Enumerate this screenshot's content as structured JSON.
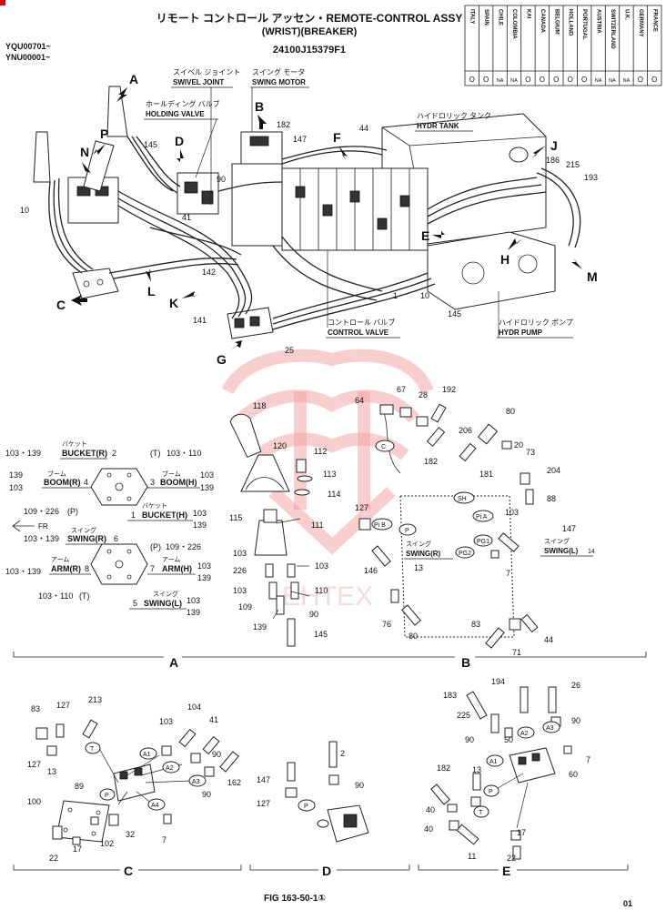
{
  "header": {
    "title_jp": "リモート コントロール アッセン・REMOTE-CONTROL ASSY",
    "subtitle": "(WRIST)(BREAKER)",
    "serial_1": "YQU00701~",
    "serial_2": "YNU00001~",
    "part_number": "24100J15379F1"
  },
  "country_table": {
    "countries": [
      "ITALY",
      "SPAIN",
      "CHILE",
      "COLOMBIA",
      "KAI",
      "CANADA",
      "BELGIUM",
      "HOLLAND",
      "PORTUGAL",
      "AUSTRIA",
      "SWITZER LAND",
      "U.K.",
      "GERMANY",
      "FRANCE"
    ],
    "marks": [
      "O",
      "O",
      "NA",
      "NA",
      "O",
      "O",
      "O",
      "O",
      "O",
      "NA",
      "NA",
      "NA",
      "O",
      "O"
    ]
  },
  "callouts": {
    "swivel_joint_jp": "スイベル ジョイント",
    "swivel_joint": "SWIVEL JOINT",
    "swing_motor_jp": "スイング モータ",
    "swing_motor": "SWING MOTOR",
    "holding_valve_jp": "ホールディング バルブ",
    "holding_valve": "HOLDING VALVE",
    "hydr_tank_jp": "ハイドロリック タンク",
    "hydr_tank": "HYDR TANK",
    "control_valve_jp": "コントロール バルブ",
    "control_valve": "CONTROL VALVE",
    "hydr_pump_jp": "ハイドロリック ポンプ",
    "hydr_pump": "HYDR PUMP"
  },
  "view_letters": {
    "A": "A",
    "B": "B",
    "C": "C",
    "D": "D",
    "E": "E",
    "F": "F",
    "G": "G",
    "H": "H",
    "J": "J",
    "K": "K",
    "L": "L",
    "M": "M",
    "N": "N",
    "P": "P"
  },
  "upper_numbers": {
    "n10a": "10",
    "n145a": "145",
    "n182": "182",
    "n147": "147",
    "n44": "44",
    "n90": "90",
    "n41": "41",
    "n142": "142",
    "n141": "141",
    "n25": "25",
    "n1": "1",
    "n10b": "10",
    "n145b": "145",
    "n186": "186",
    "n215": "215",
    "n193": "193"
  },
  "pattern": {
    "row1_left": "103・139",
    "row1_label": "BUCKET(R)",
    "row1_port": "2",
    "row1_right_port": "(T)",
    "row1_right": "103・110",
    "row2_left_a": "139",
    "row2_left_b": "103",
    "row2_label": "BOOM(R)",
    "row2_port": "4",
    "row2_right_port": "3",
    "row2_right_label": "BOOM(H)",
    "row2_right_a": "103",
    "row2_right_b": "139",
    "row3_left": "109・226",
    "row3_port": "(P)",
    "row3_right_port": "1",
    "row3_right_label": "BUCKET(H)",
    "row3_right_a": "103",
    "row3_right_b": "139",
    "fr": "FR",
    "row4_left": "103・139",
    "row4_label": "SWING(R)",
    "row4_port": "6",
    "row4_right_port": "(P)",
    "row4_right": "109・226",
    "row5_left": "103・139",
    "row5_label": "ARM(R)",
    "row5_port": "8",
    "row5_right_port": "7",
    "row5_right_label": "ARM(H)",
    "row5_right_a": "103",
    "row5_right_b": "139",
    "row6_left": "103・110",
    "row6_port": "(T)",
    "row6_right_port": "5",
    "row6_right_label": "SWING(L)",
    "row6_right_a": "103",
    "row6_right_b": "139",
    "jp_bucket": "バケット",
    "jp_boom": "ブーム",
    "jp_swing": "スイング",
    "jp_arm": "アーム"
  },
  "section_a_numbers": {
    "n118": "118",
    "n120": "120",
    "n112": "112",
    "n113": "113",
    "n114": "114",
    "n115": "115",
    "n111": "111",
    "n103a": "103",
    "n226": "226",
    "n103b": "103",
    "n109": "109",
    "n139": "139",
    "n110": "110",
    "n90": "90",
    "n145": "145",
    "n103c": "103"
  },
  "section_b_numbers": {
    "n64": "64",
    "n67": "67",
    "n28": "28",
    "n192": "192",
    "n80a": "80",
    "n206": "206",
    "n20": "20",
    "n73": "73",
    "n182": "182",
    "n181": "181",
    "n204": "204",
    "n88": "88",
    "n127": "127",
    "n103": "103",
    "n147": "147",
    "n146": "146",
    "n13": "13",
    "n7": "7",
    "n76": "76",
    "n80b": "80",
    "n83": "83",
    "n71": "71",
    "n44": "44"
  },
  "section_b_ports": {
    "C": "C",
    "SH": "SH",
    "PIB": "Pi B",
    "P": "P",
    "PIA": "Pi A",
    "PG1": "PG1",
    "PG2": "PG2",
    "swing_r_jp": "スイング",
    "swing_r": "SWING(R)",
    "swing_l_jp": "スイング",
    "swing_l": "SWING(L)",
    "swing_l_idx": "14"
  },
  "section_c_numbers": {
    "n83": "83",
    "n127a": "127",
    "n213": "213",
    "n104": "104",
    "n103": "103",
    "n41": "41",
    "n90a": "90",
    "n127b": "127",
    "n13": "13",
    "n162": "162",
    "n89": "89",
    "n90b": "90",
    "n100": "100",
    "n32": "32",
    "n102": "102",
    "n17": "17",
    "n22": "22",
    "n7": "7",
    "pT": "T",
    "pA1": "A1",
    "pA2": "A2",
    "pA3": "A3",
    "pA4": "A4",
    "pP": "P"
  },
  "section_d_numbers": {
    "n2": "2",
    "n147": "147",
    "n90": "90",
    "n127": "127",
    "pP": "P"
  },
  "section_e_numbers": {
    "n194": "194",
    "n26": "26",
    "n183": "183",
    "n225": "225",
    "n90a": "90",
    "n50": "50",
    "n90b": "90",
    "n7": "7",
    "n60": "60",
    "n182": "182",
    "n13": "13",
    "n40a": "40",
    "n40b": "40",
    "n17": "17",
    "n11": "11",
    "n22": "22",
    "pA1": "A1",
    "pA2": "A2",
    "pA3": "A3",
    "pP": "P",
    "pT": "T"
  },
  "section_labels": {
    "A": "A",
    "B": "B",
    "C": "C",
    "D": "D",
    "E": "E"
  },
  "footer": {
    "fig": "FIG 163-50-1①",
    "sheet": "01"
  },
  "watermark": "EHTEX"
}
